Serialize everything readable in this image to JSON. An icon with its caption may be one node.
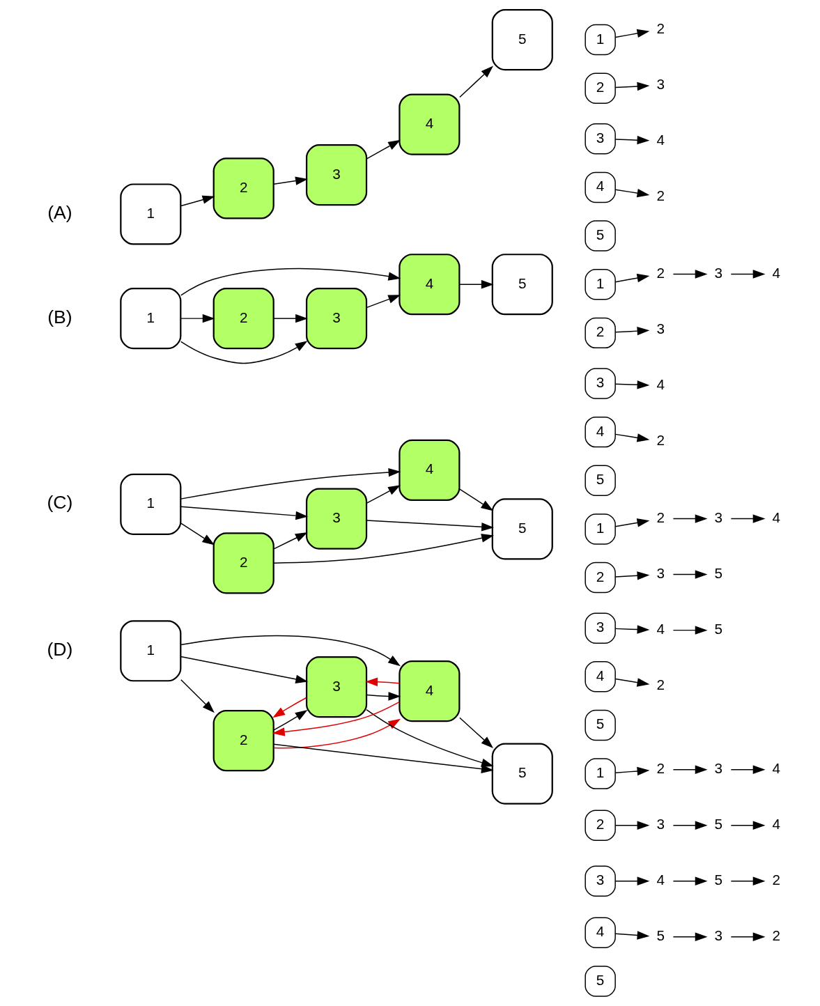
{
  "diagram": {
    "nodes": [
      {
        "text": [
          "1"
        ]
      },
      {
        "text": [
          "2"
        ]
      },
      {
        "text": [
          "3"
        ]
      },
      {
        "text": [
          "4"
        ]
      },
      {
        "text": [
          "5"
        ]
      },
      {
        "text": [
          "1"
        ]
      },
      {
        "text": [
          "2"
        ]
      },
      {
        "text": [
          "3"
        ]
      },
      {
        "text": [
          "4"
        ]
      },
      {
        "text": [
          "5"
        ]
      },
      {
        "text": [
          "2"
        ]
      },
      {
        "text": [
          "3"
        ]
      },
      {
        "text": [
          "4"
        ]
      },
      {
        "text": [
          "2"
        ]
      },
      {
        "text": [
          "1"
        ]
      },
      {
        "text": [
          "2"
        ]
      },
      {
        "text": [
          "3"
        ]
      },
      {
        "text": [
          "4"
        ]
      },
      {
        "text": [
          "5"
        ]
      },
      {
        "text": [
          "1"
        ]
      },
      {
        "text": [
          "2"
        ]
      },
      {
        "text": [
          "3"
        ]
      },
      {
        "text": [
          "4"
        ]
      },
      {
        "text": [
          "5"
        ]
      },
      {
        "text": [
          "2"
        ]
      },
      {
        "text": [
          "3"
        ]
      },
      {
        "text": [
          "4"
        ]
      },
      {
        "text": [
          "3"
        ]
      },
      {
        "text": [
          "4"
        ]
      },
      {
        "text": [
          "2"
        ]
      },
      {
        "text": [
          "1"
        ]
      },
      {
        "text": [
          "2"
        ]
      },
      {
        "text": [
          "3"
        ]
      },
      {
        "text": [
          "4"
        ]
      },
      {
        "text": [
          "5"
        ]
      },
      {
        "text": [
          "1"
        ]
      },
      {
        "text": [
          "2"
        ]
      },
      {
        "text": [
          "3"
        ]
      },
      {
        "text": [
          "4"
        ]
      },
      {
        "text": [
          "5"
        ]
      },
      {
        "text": [
          "2"
        ]
      },
      {
        "text": [
          "3"
        ]
      },
      {
        "text": [
          "4"
        ]
      },
      {
        "text": [
          "3"
        ]
      },
      {
        "text": [
          "5"
        ]
      },
      {
        "text": [
          "4"
        ]
      },
      {
        "text": [
          "5"
        ]
      },
      {
        "text": [
          "2"
        ]
      },
      {
        "text": [
          "1"
        ]
      },
      {
        "text": [
          "2"
        ]
      },
      {
        "text": [
          "3"
        ]
      },
      {
        "text": [
          "4"
        ]
      },
      {
        "text": [
          "5"
        ]
      },
      {
        "text": [
          "1"
        ]
      },
      {
        "text": [
          "2"
        ]
      },
      {
        "text": [
          "3"
        ]
      },
      {
        "text": [
          "4"
        ]
      },
      {
        "text": [
          "5"
        ]
      },
      {
        "text": [
          "2"
        ]
      },
      {
        "text": [
          "3"
        ]
      },
      {
        "text": [
          "4"
        ]
      },
      {
        "text": [
          "3"
        ]
      },
      {
        "text": [
          "5"
        ]
      },
      {
        "text": [
          "4"
        ]
      },
      {
        "text": [
          "4"
        ]
      },
      {
        "text": [
          "5"
        ]
      },
      {
        "text": [
          "2"
        ]
      },
      {
        "text": [
          "5"
        ]
      },
      {
        "text": [
          "3"
        ]
      },
      {
        "text": [
          "2"
        ]
      }
    ],
    "edges": [
      {
        "from": 0,
        "to": 1,
        "arrow": "to"
      },
      {
        "from": 1,
        "to": 2,
        "arrow": "to"
      },
      {
        "from": 2,
        "to": 3,
        "arrow": "to"
      },
      {
        "from": 3,
        "to": 4,
        "arrow": "to"
      },
      {
        "from": 5,
        "to": 10,
        "arrow": "to"
      },
      {
        "from": 6,
        "to": 11,
        "arrow": "to"
      },
      {
        "from": 7,
        "to": 12,
        "arrow": "to"
      },
      {
        "from": 8,
        "to": 13,
        "arrow": "to"
      },
      {
        "from": 14,
        "to": 15,
        "arrow": "to"
      },
      {
        "from": 15,
        "to": 16,
        "arrow": "to"
      },
      {
        "from": 16,
        "to": 17,
        "arrow": "to"
      },
      {
        "from": 17,
        "to": 18,
        "arrow": "to"
      },
      {
        "from": 14,
        "to": 16,
        "arrow": "to"
      },
      {
        "from": 14,
        "to": 17,
        "arrow": "to"
      },
      {
        "from": 19,
        "to": 24,
        "arrow": "to"
      },
      {
        "from": 24,
        "to": 25,
        "arrow": "to"
      },
      {
        "from": 25,
        "to": 26,
        "arrow": "to"
      },
      {
        "from": 20,
        "to": 27,
        "arrow": "to"
      },
      {
        "from": 21,
        "to": 28,
        "arrow": "to"
      },
      {
        "from": 22,
        "to": 29,
        "arrow": "to"
      },
      {
        "from": 30,
        "to": 31,
        "arrow": "to"
      },
      {
        "from": 31,
        "to": 32,
        "arrow": "to"
      },
      {
        "from": 32,
        "to": 33,
        "arrow": "to"
      },
      {
        "from": 33,
        "to": 34,
        "arrow": "to"
      },
      {
        "from": 30,
        "to": 32,
        "arrow": "to"
      },
      {
        "from": 30,
        "to": 33,
        "arrow": "to"
      },
      {
        "from": 31,
        "to": 34,
        "arrow": "to"
      },
      {
        "from": 32,
        "to": 34,
        "arrow": "to"
      },
      {
        "from": 35,
        "to": 40,
        "arrow": "to"
      },
      {
        "from": 40,
        "to": 41,
        "arrow": "to"
      },
      {
        "from": 41,
        "to": 42,
        "arrow": "to"
      },
      {
        "from": 36,
        "to": 43,
        "arrow": "to"
      },
      {
        "from": 43,
        "to": 44,
        "arrow": "to"
      },
      {
        "from": 37,
        "to": 45,
        "arrow": "to"
      },
      {
        "from": 45,
        "to": 46,
        "arrow": "to"
      },
      {
        "from": 38,
        "to": 47,
        "arrow": "to"
      },
      {
        "from": 48,
        "to": 49,
        "arrow": "to"
      },
      {
        "from": 49,
        "to": 50,
        "arrow": "to"
      },
      {
        "from": 50,
        "to": 51,
        "arrow": "to"
      },
      {
        "from": 51,
        "to": 52,
        "arrow": "to"
      },
      {
        "from": 48,
        "to": 50,
        "arrow": "to"
      },
      {
        "from": 48,
        "to": 51,
        "arrow": "to"
      },
      {
        "from": 49,
        "to": 52,
        "arrow": "to"
      },
      {
        "from": 50,
        "to": 52,
        "arrow": "to"
      },
      {
        "from": 49,
        "to": 51,
        "arrow": "to",
        "color": "#e00000"
      },
      {
        "from": 50,
        "to": 49,
        "arrow": "to",
        "color": "#e00000"
      },
      {
        "from": 51,
        "to": 50,
        "arrow": "to",
        "color": "#e00000"
      },
      {
        "from": 51,
        "to": 49,
        "arrow": "to",
        "color": "#e00000"
      },
      {
        "from": 53,
        "to": 58,
        "arrow": "to"
      },
      {
        "from": 58,
        "to": 59,
        "arrow": "to"
      },
      {
        "from": 59,
        "to": 60,
        "arrow": "to"
      },
      {
        "from": 54,
        "to": 61,
        "arrow": "to"
      },
      {
        "from": 61,
        "to": 62,
        "arrow": "to"
      },
      {
        "from": 62,
        "to": 63,
        "arrow": "to"
      },
      {
        "from": 55,
        "to": 64,
        "arrow": "to"
      },
      {
        "from": 64,
        "to": 65,
        "arrow": "to"
      },
      {
        "from": 65,
        "to": 66,
        "arrow": "to"
      },
      {
        "from": 56,
        "to": 67,
        "arrow": "to"
      },
      {
        "from": 67,
        "to": 68,
        "arrow": "to"
      },
      {
        "from": 68,
        "to": 69,
        "arrow": "to"
      }
    ],
    "labels": [
      "(A)",
      "(B)",
      "(C)",
      "(D)"
    ]
  }
}
